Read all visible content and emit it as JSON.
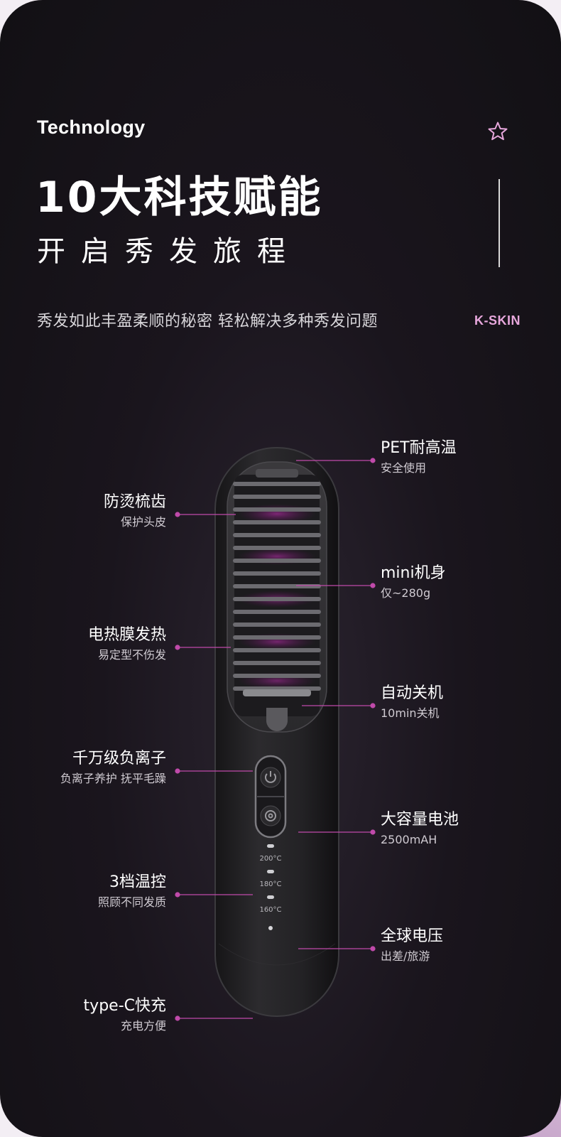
{
  "header": {
    "eyebrow": "Technology",
    "headline": "10大科技赋能",
    "subheadline": "开启秀发旅程",
    "tagline": "秀发如此丰盈柔顺的秘密 轻松解决多种秀发问题",
    "brand": "K-SKIN",
    "star_icon": "star-outline-icon"
  },
  "colors": {
    "accent": "#c04aaa",
    "brand_text": "#e7a7dc",
    "background": "#1a151d"
  },
  "device": {
    "temperatures": [
      "200°C",
      "180°C",
      "160°C"
    ],
    "icons": [
      "power-icon",
      "mode-icon"
    ]
  },
  "features_left": [
    {
      "title": "防烫梳齿",
      "desc": "保护头皮"
    },
    {
      "title": "电热膜发热",
      "desc": "易定型不伤发"
    },
    {
      "title": "千万级负离子",
      "desc": "负离子养护 抚平毛躁"
    },
    {
      "title": "3档温控",
      "desc": "照顾不同发质"
    },
    {
      "title": "type-C快充",
      "desc": "充电方便"
    }
  ],
  "features_right": [
    {
      "title": "PET耐高温",
      "desc": "安全使用"
    },
    {
      "title": "mini机身",
      "desc": "仅~280g"
    },
    {
      "title": "自动关机",
      "desc": "10min关机"
    },
    {
      "title": "大容量电池",
      "desc": "2500mAH"
    },
    {
      "title": "全球电压",
      "desc": "出差/旅游"
    }
  ]
}
